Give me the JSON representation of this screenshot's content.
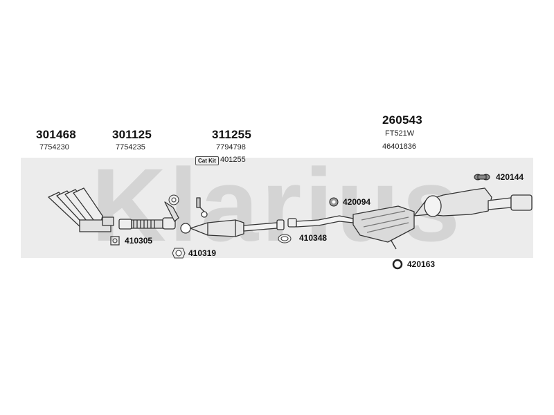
{
  "watermark": {
    "text": "Klarius",
    "color": "#dcdcdc"
  },
  "groups": [
    {
      "main": "301468",
      "sub": "7754230"
    },
    {
      "main": "301125",
      "sub": "7754235"
    },
    {
      "main": "311255",
      "sub": "7794798",
      "kit_label": "Cat Kit",
      "kit_code": "401255"
    },
    {
      "main": "260543",
      "sub": "FT521W",
      "sub2": "46401836"
    }
  ],
  "parts": [
    {
      "code": "410305",
      "icon": "clamp-icon"
    },
    {
      "code": "410319",
      "icon": "flange-icon"
    },
    {
      "code": "410348",
      "icon": "ring-gasket-icon"
    },
    {
      "code": "420094",
      "icon": "rubber-mount-icon"
    },
    {
      "code": "420144",
      "icon": "hanger-icon"
    },
    {
      "code": "420163",
      "icon": "o-ring-icon"
    }
  ]
}
